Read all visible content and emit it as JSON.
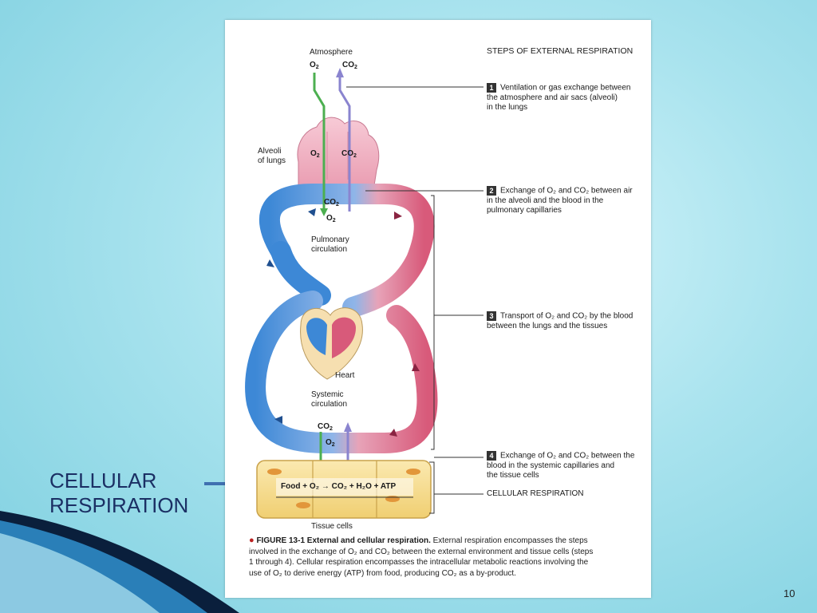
{
  "slide": {
    "cellular_label_line1": "CELLULAR",
    "cellular_label_line2": "RESPIRATION",
    "page_number": "10"
  },
  "figure": {
    "header": "STEPS OF EXTERNAL RESPIRATION",
    "atmosphere": "Atmosphere",
    "alveoli_line1": "Alveoli",
    "alveoli_line2": "of lungs",
    "pulmonary_line1": "Pulmonary",
    "pulmonary_line2": "circulation",
    "systemic_line1": "Systemic",
    "systemic_line2": "circulation",
    "heart": "Heart",
    "tissue_cells": "Tissue cells",
    "cellular_respiration": "CELLULAR RESPIRATION",
    "equation": "Food + O₂ → CO₂ + H₂O + ATP",
    "steps": [
      {
        "num": "1",
        "line1": "Ventilation or gas exchange between",
        "line2": "the atmosphere and air sacs (alveoli)",
        "line3": "in the lungs"
      },
      {
        "num": "2",
        "line1": "Exchange of O₂ and CO₂ between air",
        "line2": "in the alveoli and the blood in the",
        "line3": "pulmonary capillaries"
      },
      {
        "num": "3",
        "line1": "Transport of O₂ and CO₂ by the blood",
        "line2": "between the lungs and the tissues",
        "line3": ""
      },
      {
        "num": "4",
        "line1": "Exchange of O₂ and CO₂ between the",
        "line2": "blood in the systemic capillaries and",
        "line3": "the tissue cells"
      }
    ],
    "caption": {
      "figure_label": "FIGURE 13-1",
      "title": "External and cellular respiration.",
      "line1_rest": "External respiration encompasses the steps",
      "line2": "involved in the exchange of O₂ and CO₂ between the external environment and tissue cells (steps",
      "line3": "1 through 4). Cellular respiration encompasses the intracellular metabolic reactions involving the",
      "line4": "use of O₂ to derive energy (ATP) from food, producing CO₂ as a by-product."
    }
  },
  "colors": {
    "slide_accent_dark": "#0a1f3c",
    "slide_accent_blue": "#2a7fb8",
    "text_blue": "#1b2f64",
    "arrow_blue": "#3f6fb0",
    "venous_blue": "#3d88d6",
    "arterial_red": "#d85a7a",
    "o2_green": "#4caf50",
    "co2_purple": "#8a84cf",
    "lung_pink": "#f2b8c6",
    "cell_yellow": "#f6dc8a"
  }
}
